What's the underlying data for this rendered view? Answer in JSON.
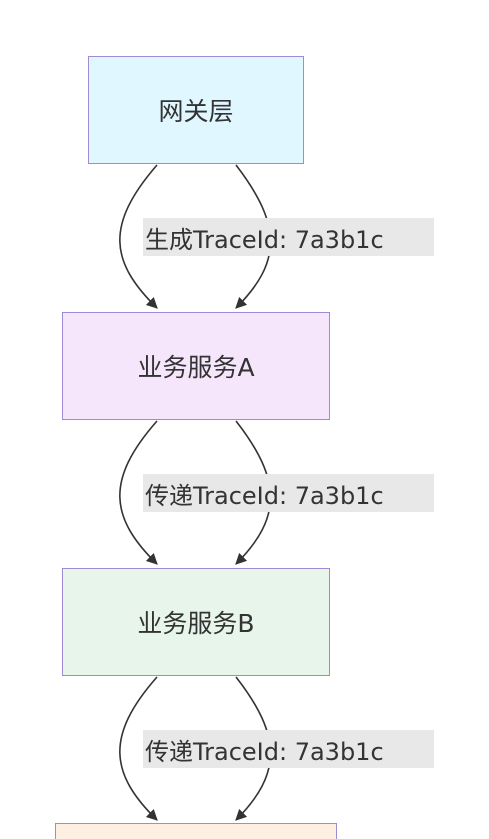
{
  "nodes": [
    {
      "label": "网关层",
      "fill": "#e0f7ff",
      "stroke": "#9e8ad6"
    },
    {
      "label": "业务服务A",
      "fill": "#f6e6fb",
      "stroke": "#9e8ad6"
    },
    {
      "label": "业务服务B",
      "fill": "#e8f5ea",
      "stroke": "#9e8ad6"
    },
    {
      "label": "",
      "fill": "#fdf0e2",
      "stroke": "#9e8ad6"
    }
  ],
  "edges": [
    {
      "label": "生成TraceId: 7a3b1c"
    },
    {
      "label": "传递TraceId: 7a3b1c"
    },
    {
      "label": "传递TraceId: 7a3b1c"
    }
  ],
  "colors": {
    "edge_stroke": "#333333",
    "label_background": "#e8e8e8"
  }
}
